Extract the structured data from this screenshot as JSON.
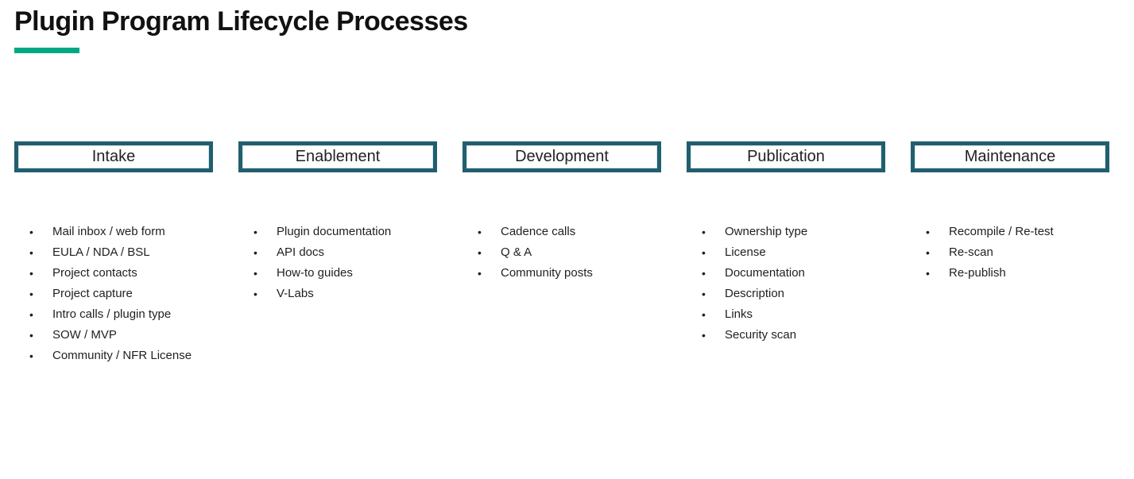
{
  "slide": {
    "title": "Plugin Program Lifecycle Processes",
    "accent_color": "#01a982",
    "box_border_color": "#215f6f"
  },
  "columns": [
    {
      "header": "Intake",
      "items": [
        "Mail inbox / web form",
        "EULA / NDA / BSL",
        "Project contacts",
        "Project capture",
        "Intro calls / plugin type",
        "SOW / MVP",
        "Community / NFR License"
      ]
    },
    {
      "header": "Enablement",
      "items": [
        "Plugin documentation",
        "API docs",
        "How-to guides",
        "V-Labs"
      ]
    },
    {
      "header": "Development",
      "items": [
        "Cadence calls",
        "Q & A",
        "Community posts"
      ]
    },
    {
      "header": "Publication",
      "items": [
        "Ownership type",
        "License",
        "Documentation",
        "Description",
        "Links",
        "Security scan"
      ]
    },
    {
      "header": "Maintenance",
      "items": [
        "Recompile / Re-test",
        "Re-scan",
        "Re-publish"
      ]
    }
  ]
}
